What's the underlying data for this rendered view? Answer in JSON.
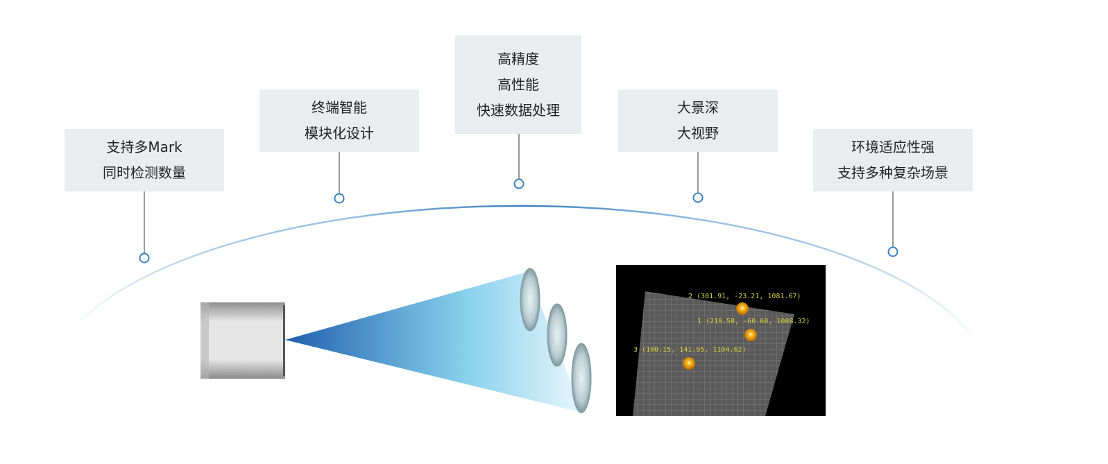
{
  "features": [
    {
      "lines": [
        "支持多Mark",
        "同时检测数量"
      ]
    },
    {
      "lines": [
        "终端智能",
        "模块化设计"
      ]
    },
    {
      "lines": [
        "高精度",
        "高性能",
        "快速数据处理"
      ]
    },
    {
      "lines": [
        "大景深",
        "大视野"
      ]
    },
    {
      "lines": [
        "环境适应性强",
        "支持多种复杂场景"
      ]
    }
  ],
  "detection_view": {
    "points": [
      {
        "label": "2 (301.91, -23.21, 1081.67)"
      },
      {
        "label": "1 (219.58, -60.68, 1088.32)"
      },
      {
        "label": "3 (100.15, 141.95, 1104.62)"
      }
    ]
  },
  "colors": {
    "arc": "#3a7fc0",
    "box_bg": "#e9edf0",
    "marker": "#f0a500"
  }
}
